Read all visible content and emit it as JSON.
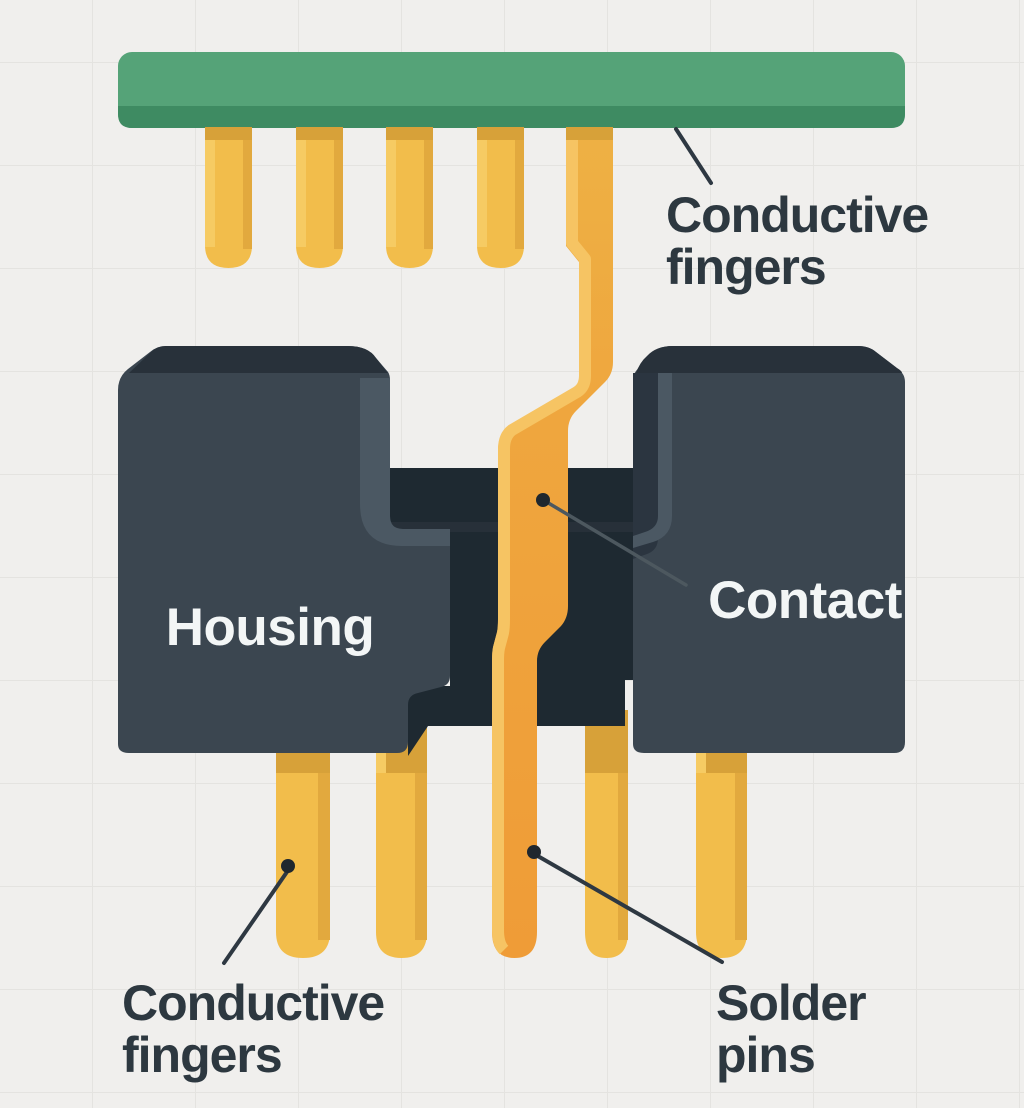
{
  "diagram": {
    "title_hint": "Pin header connector cross-section",
    "labels": {
      "top_caption": {
        "line1": "Conductive",
        "line2": "fingers"
      },
      "housing": "Housing",
      "contact": "Contact",
      "bottom_left_caption": {
        "line1": "Conductive",
        "line2": "fingers"
      },
      "bottom_right_caption": {
        "line1": "Solder",
        "line2": "pins"
      }
    },
    "parts": {
      "top_conductive_finger_count": 5,
      "bottom_pin_count": 5,
      "board_bar": "green card-edge bar",
      "contact_strip": "orange contact running from board through housing to solder pin"
    }
  },
  "theme": {
    "bg": "#f0efed",
    "grid": "#e4e3e0",
    "green_main": "#55a378",
    "green_dark": "#3e8b62",
    "pin_main": "#f2bd4b",
    "pin_bevel": "#f6cb63",
    "pin_edge": "#e2a93e",
    "pin_shadow": "#d7a139",
    "strip_top": "#eeb144",
    "strip_main": "#efa63e",
    "strip_bottom": "#ef9c37",
    "strip_bevel": "#f6c463",
    "housing_face": "#3b4650",
    "housing_top": "#28313a",
    "housing_side": "#2b3540",
    "housing_bevel": "#4b5863",
    "slot": "#1e2931",
    "slot_hl": "#273039",
    "caption": "#2d3840",
    "label_light": "#f3f6f6",
    "leader": "#2e3842",
    "leader_soft": "#4d585f",
    "dot": "#1f272e"
  }
}
